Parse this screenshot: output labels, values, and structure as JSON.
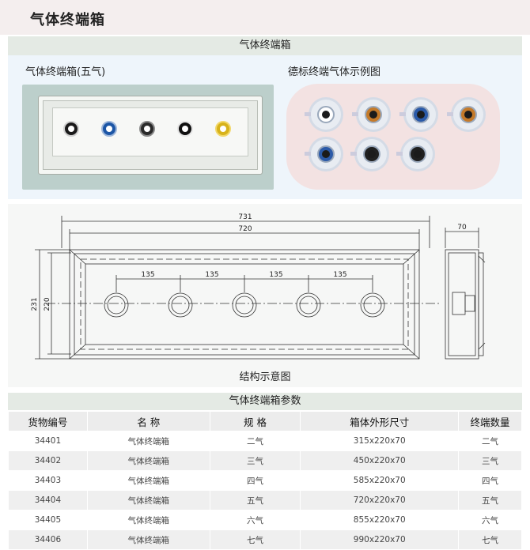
{
  "header": {
    "title": "气体终端箱"
  },
  "band_title": "气体终端箱",
  "panel_left": {
    "label": "气体终端箱(五气)"
  },
  "panel_right": {
    "label": "德标终端气体示例图"
  },
  "sockets": [
    {
      "color": "#1a1a1a",
      "ring": "#d0d0d0"
    },
    {
      "color": "#1c56a6",
      "ring": "#9db6da"
    },
    {
      "color": "#2a2a2a",
      "ring": "#8a8a8a"
    },
    {
      "color": "#101010",
      "ring": "#e5e5e5"
    },
    {
      "color": "#d7b21a",
      "ring": "#f2d86a"
    }
  ],
  "knobs_row1": [
    "#ffffff",
    "#c47a2a",
    "#2b5aa8",
    "#c47a2a"
  ],
  "knobs_row2": [
    "#2b5aa8",
    "#202020",
    "#202020"
  ],
  "diagram": {
    "overall_width": "731",
    "inner_width": "720",
    "spacings": [
      "135",
      "135",
      "135",
      "135"
    ],
    "overall_height": "231",
    "inner_height": "220",
    "depth": "70",
    "caption": "结构示意图"
  },
  "table": {
    "title": "气体终端箱参数",
    "headers": [
      "货物编号",
      "名  称",
      "规  格",
      "箱体外形尺寸",
      "终端数量"
    ],
    "rows": [
      [
        "34401",
        "气体终端箱",
        "二气",
        "315x220x70",
        "二气"
      ],
      [
        "34402",
        "气体终端箱",
        "三气",
        "450x220x70",
        "三气"
      ],
      [
        "34403",
        "气体终端箱",
        "四气",
        "585x220x70",
        "四气"
      ],
      [
        "34404",
        "气体终端箱",
        "五气",
        "720x220x70",
        "五气"
      ],
      [
        "34405",
        "气体终端箱",
        "六气",
        "855x220x70",
        "六气"
      ],
      [
        "34406",
        "气体终端箱",
        "七气",
        "990x220x70",
        "七气"
      ]
    ]
  }
}
